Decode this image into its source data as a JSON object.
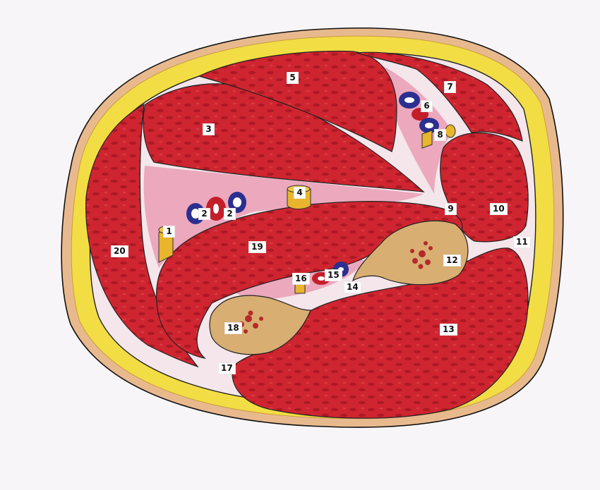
{
  "colors": {
    "background": "#f7f5f8",
    "skin": "#e9b98e",
    "fat": "#f2dd45",
    "muscle": "#c9202a",
    "fascia": "#edaec0",
    "bone": "#d8ae72",
    "vein": "#2b2f8f",
    "artery": "#c41e2b",
    "nerve": "#e8b52c"
  },
  "labels": {
    "l1": "1",
    "l2a": "2",
    "l2b": "2",
    "l3": "3",
    "l4": "4",
    "l5": "5",
    "l6": "6",
    "l7": "7",
    "l8": "8",
    "l9": "9",
    "l10": "10",
    "l11": "11",
    "l12": "12",
    "l13": "13",
    "l14": "14",
    "l15": "15",
    "l16": "16",
    "l17": "17",
    "l18": "18",
    "l19": "19",
    "l20": "20"
  }
}
